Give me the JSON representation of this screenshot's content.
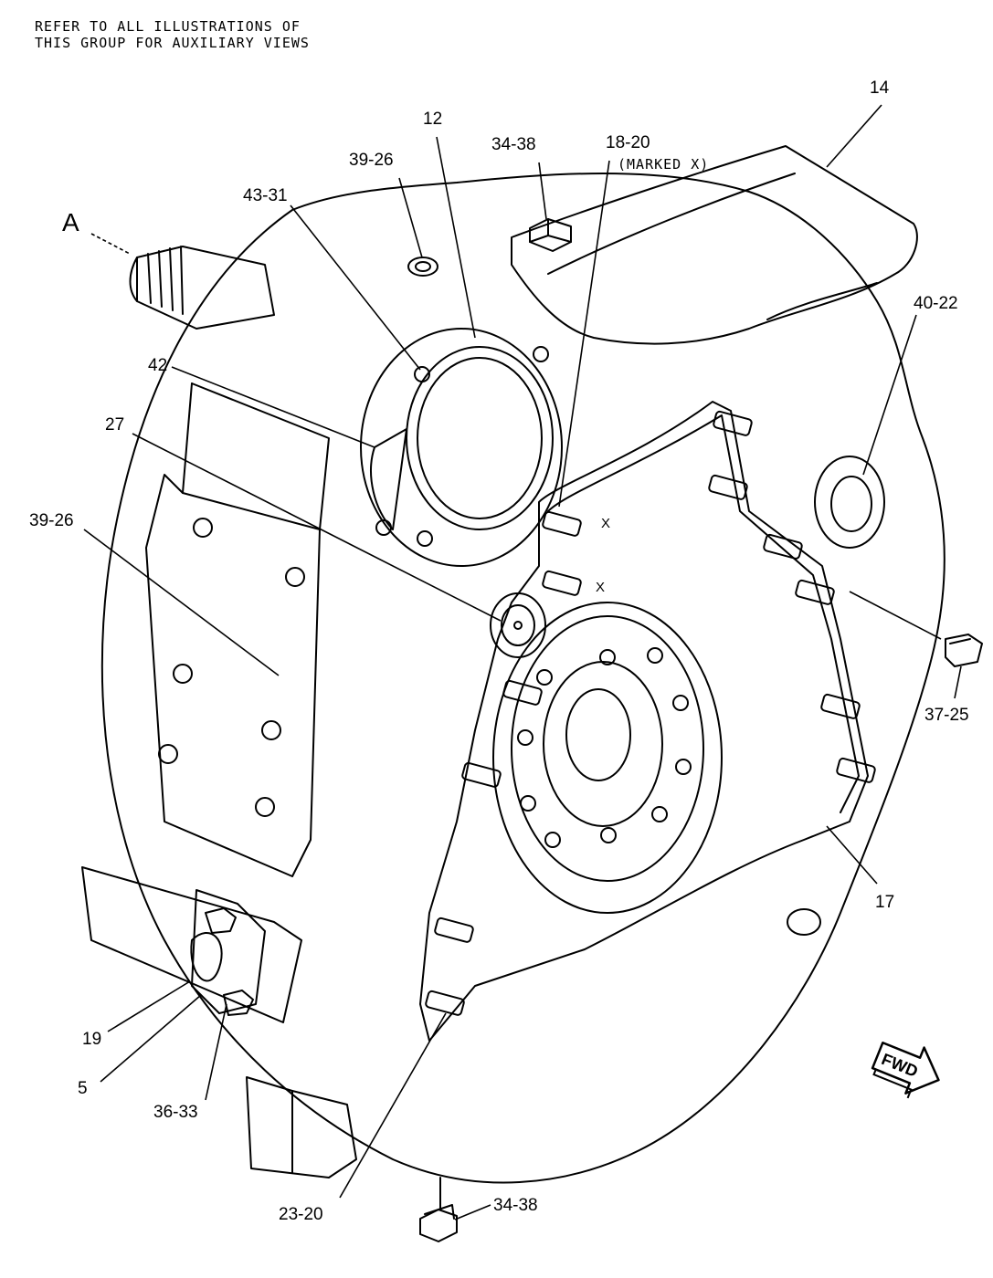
{
  "note": {
    "line1": "REFER TO ALL ILLUSTRATIONS OF",
    "line2": "THIS GROUP FOR AUXILIARY VIEWS"
  },
  "view_marker": "A",
  "callouts": {
    "c14": "14",
    "c12": "12",
    "c34_38_top": "34-38",
    "c18_20": "18-20",
    "c18_20_note": "(MARKED X)",
    "c39_26_top": "39-26",
    "c43_31": "43-31",
    "c40_22": "40-22",
    "c42": "42",
    "c27": "27",
    "c39_26_left": "39-26",
    "c37_25": "37-25",
    "c17": "17",
    "c19": "19",
    "c5": "5",
    "c36_33": "36-33",
    "c23_20": "23-20",
    "c34_38_bottom": "34-38"
  },
  "stud_marks": [
    "X",
    "X"
  ],
  "fwd_label": "FWD"
}
